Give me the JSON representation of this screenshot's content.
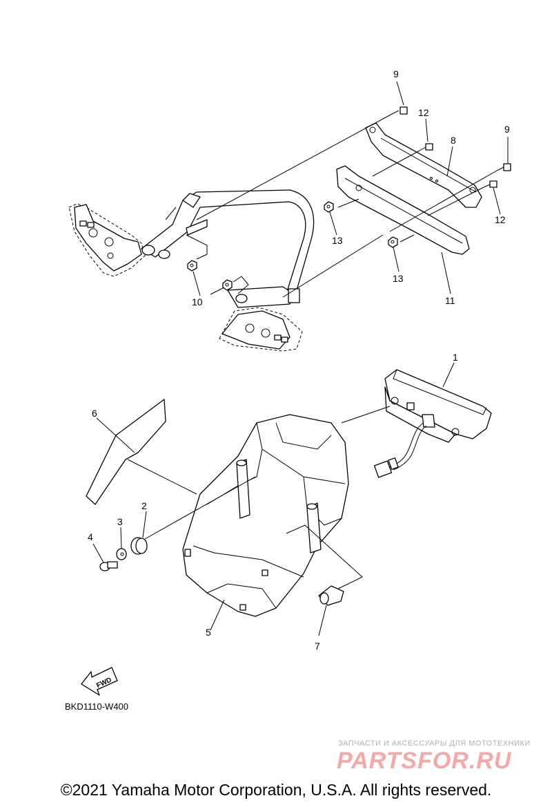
{
  "callouts": [
    "9",
    "12",
    "8",
    "9",
    "12",
    "13",
    "13",
    "11",
    "10",
    "1",
    "6",
    "2",
    "3",
    "4",
    "5",
    "7"
  ],
  "fwd_label": "FWD",
  "diagram_code": "BKD1110-W400",
  "watermark": {
    "tagline": "ЗАПЧАСТИ И АКСЕССУАРЫ ДЛЯ МОТОТЕХНИКИ",
    "logo": "PARTSFOR.RU"
  },
  "copyright": "©2021 Yamaha Motor Corporation, U.S.A. All rights reserved."
}
